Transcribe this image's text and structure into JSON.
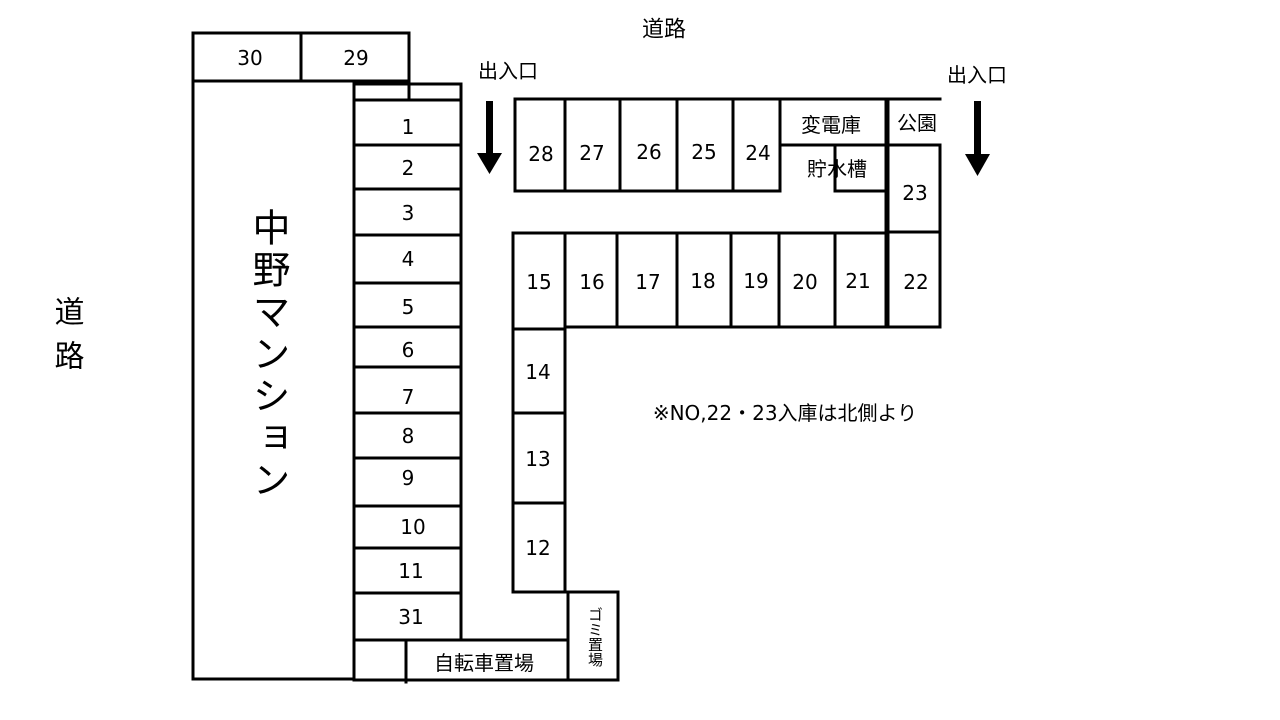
{
  "map": {
    "road_top": "道路",
    "road_left": "道路",
    "entrance_left": "出入口",
    "entrance_right": "出入口",
    "building": "中野マンション",
    "substation": "変電庫",
    "water_tank": "貯水槽",
    "park": "公園",
    "bicycle_parking": "自転車置場",
    "garbage": "ゴミ置場",
    "note": "※NO,22・23入庫は北側より"
  },
  "spaces": {
    "top_row": [
      "30",
      "29"
    ],
    "west_column": [
      "1",
      "2",
      "3",
      "4",
      "5",
      "6",
      "7",
      "8",
      "9",
      "10",
      "11",
      "31"
    ],
    "north_row": [
      "28",
      "27",
      "26",
      "25",
      "24"
    ],
    "middle_row": [
      "15",
      "16",
      "17",
      "18",
      "19",
      "20",
      "21",
      "22"
    ],
    "east_upper": "23",
    "south_column": [
      "14",
      "13",
      "12"
    ]
  }
}
